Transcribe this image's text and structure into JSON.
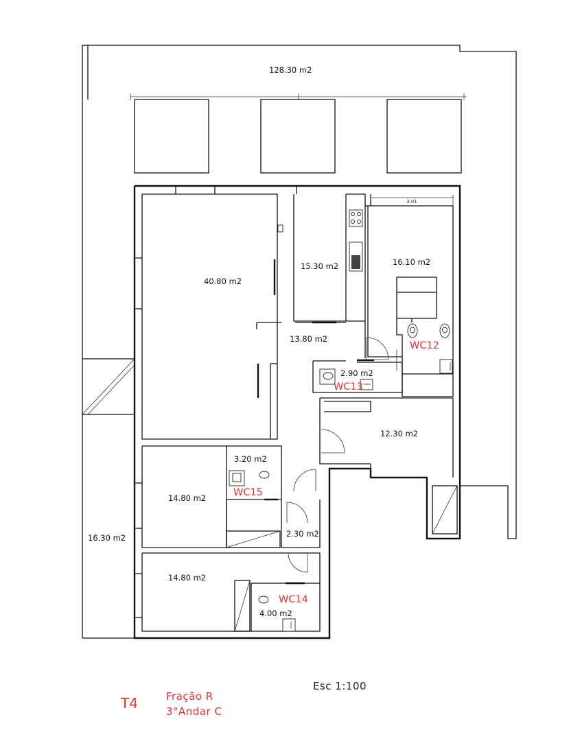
{
  "rooms": {
    "terrace_top": "128.30 m2",
    "living": "40.80 m2",
    "kitchen": "15.30 m2",
    "bedroom_suite": "16.10 m2",
    "hall": "13.80 m2",
    "wc13": "2.90 m2",
    "bedroom_mid": "12.30 m2",
    "wc15": "3.20 m2",
    "bedroom_left": "14.80 m2",
    "closet": "2.30 m2",
    "bedroom_bottom": "14.80 m2",
    "wc14": "4.00 m2",
    "terrace_left": "16.30 m2"
  },
  "wc_labels": {
    "wc12": "WC12",
    "wc13": "WC13",
    "wc14": "WC14",
    "wc15": "WC15"
  },
  "dimension": "3.01",
  "scale": "Esc 1:100",
  "typology": "T4",
  "fraction_line1": "Fração R",
  "fraction_line2": "3°Andar C"
}
